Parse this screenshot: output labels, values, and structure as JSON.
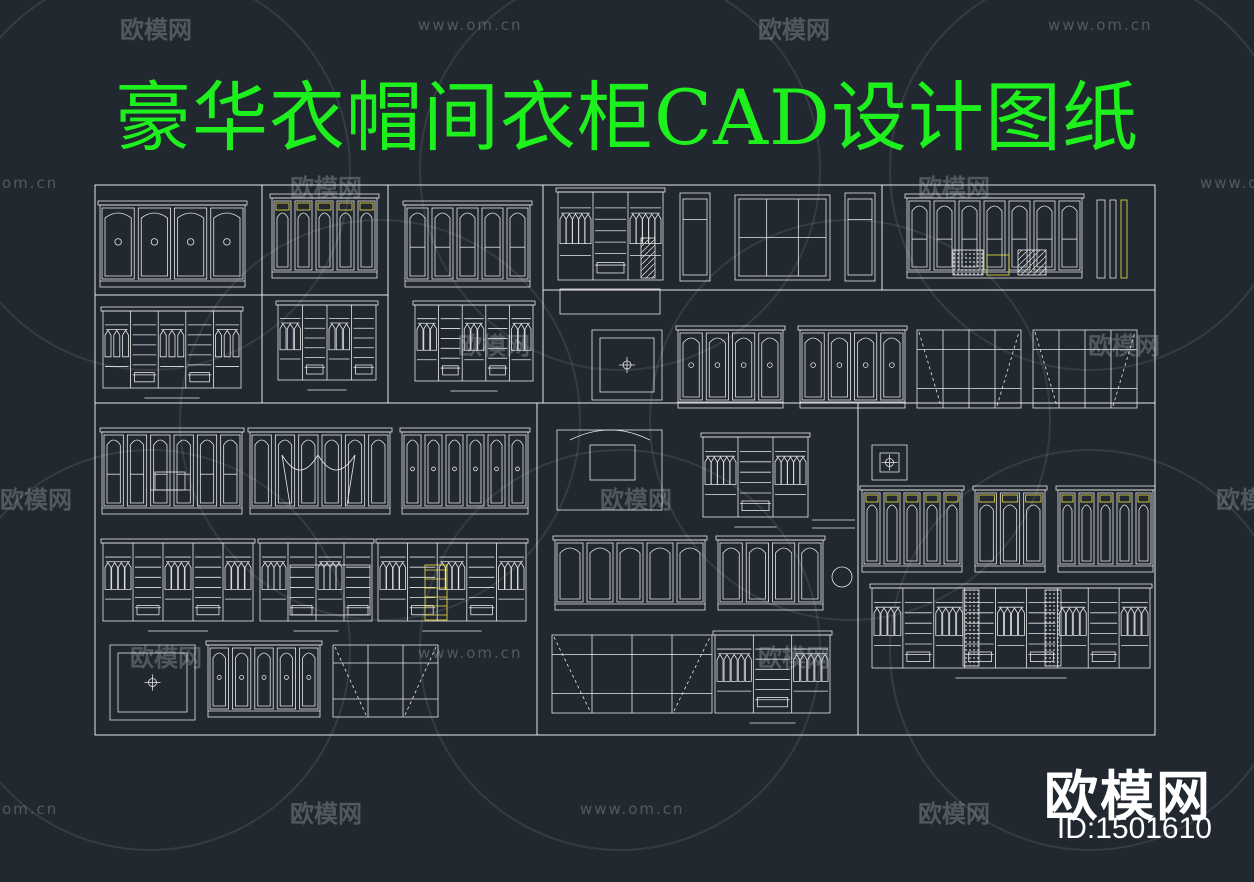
{
  "title": "豪华衣帽间衣柜CAD设计图纸",
  "watermark": {
    "logo_text": "欧模网",
    "url_text": "www.om.cn",
    "url_partial": "om.cn"
  },
  "brand": {
    "name": "欧模网",
    "id_label": "ID:1501610"
  },
  "colors": {
    "background": "#212830",
    "title": "#1ef01e",
    "lines": "#e8e8e8",
    "highlight": "#f0e040"
  }
}
